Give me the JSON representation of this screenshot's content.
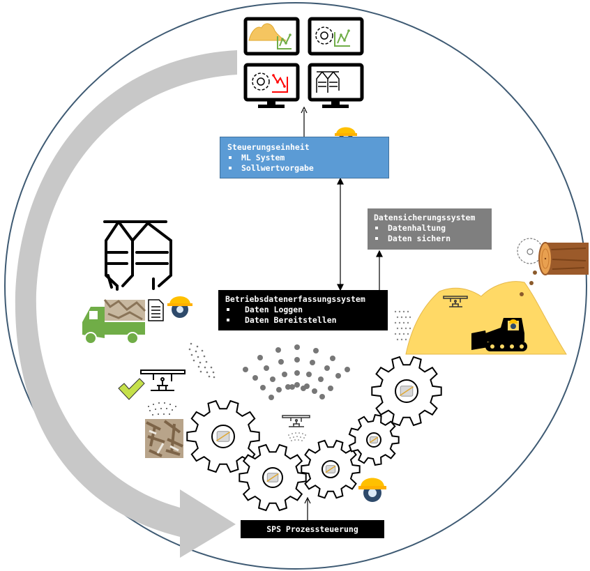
{
  "title": "Prozessdatenkreislauf Pelletproduktion",
  "colors": {
    "circle_stroke": "#3e5a73",
    "flow_arrow": "#c8c8c8",
    "control_unit": "#5b9bd5",
    "backup_system": "#7f7f7f",
    "data_acquisition": "#000000",
    "plc": "#000000",
    "sawdust": "#ffd966",
    "truck": "#70ad47",
    "check": "#c5e04a",
    "trend_good": "#70ad47",
    "trend_bad": "#ff0000",
    "helmet": "#ffc000",
    "gear_blue": "#2e4a6b",
    "log": "#8b4a1e"
  },
  "control_unit": {
    "title": "Steuerungseinheit",
    "items": [
      "ML System",
      "Sollwertvorgabe"
    ]
  },
  "backup_system": {
    "title": "Datensicherungssystem",
    "items": [
      "Datenhaltung",
      "Daten sichern"
    ]
  },
  "data_acquisition": {
    "title": "Betriebsdatenerfassungssystem",
    "items": [
      "Daten Loggen",
      "Daten Bereitstellen"
    ]
  },
  "plc": {
    "label": "SPS Prozessteuerung"
  },
  "monitors": [
    {
      "name": "sawdust-trend-good",
      "icon": "sawdust-pile-with-rising-chart"
    },
    {
      "name": "gear-trend-good",
      "icon": "gear-with-rising-chart"
    },
    {
      "name": "gear-trend-bad",
      "icon": "gear-with-falling-chart"
    },
    {
      "name": "silo-view",
      "icon": "twin-silo"
    }
  ],
  "process_gears": [
    {
      "name": "pelletizer",
      "icon": "pellet-mill"
    },
    {
      "name": "dryer",
      "icon": "drum-dryer"
    },
    {
      "name": "press",
      "icon": "press-unit"
    },
    {
      "name": "silo",
      "icon": "silo-small"
    },
    {
      "name": "conveyor",
      "icon": "conveyor-belt"
    }
  ]
}
